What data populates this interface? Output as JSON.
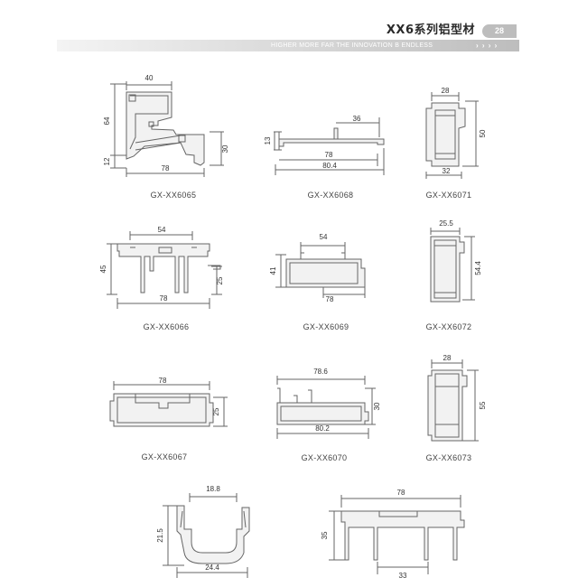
{
  "header": {
    "title": "XX6系列铝型材",
    "page_number": "28",
    "slogan": "HIGHER MORE FAR THE INNOVATION B ENDLESS",
    "arrows": "› › › ›"
  },
  "profiles": [
    {
      "code": "GX-XX6065",
      "dims": [
        "40",
        "64",
        "12",
        "30",
        "78"
      ]
    },
    {
      "code": "GX-XX6068",
      "dims": [
        "36",
        "13",
        "78",
        "80.4"
      ]
    },
    {
      "code": "GX-XX6071",
      "dims": [
        "28",
        "50",
        "32"
      ]
    },
    {
      "code": "GX-XX6066",
      "dims": [
        "54",
        "45",
        "25",
        "78"
      ]
    },
    {
      "code": "GX-XX6069",
      "dims": [
        "54",
        "41",
        "78"
      ]
    },
    {
      "code": "GX-XX6072",
      "dims": [
        "25.5",
        "54.4"
      ]
    },
    {
      "code": "GX-XX6067",
      "dims": [
        "78",
        "25"
      ]
    },
    {
      "code": "GX-XX6070",
      "dims": [
        "78.6",
        "30",
        "80.2"
      ]
    },
    {
      "code": "GX-XX6073",
      "dims": [
        "28",
        "55"
      ]
    },
    {
      "code": "",
      "dims": [
        "18.8",
        "21.5",
        "24.4"
      ]
    },
    {
      "code": "",
      "dims": [
        "78",
        "35",
        "33"
      ]
    }
  ],
  "colors": {
    "line": "#666666",
    "fill": "#f2f2f2",
    "band": "#bdbdbd"
  }
}
